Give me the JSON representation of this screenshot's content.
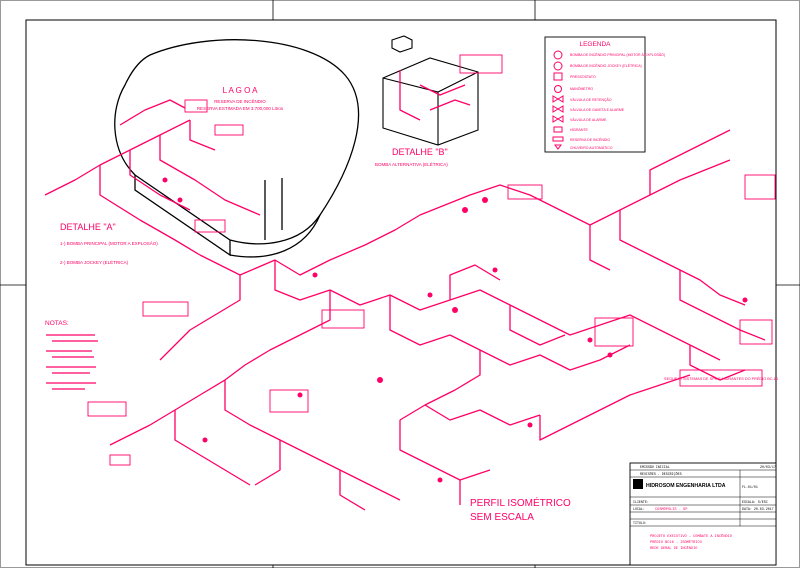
{
  "colors": {
    "pipe": "#ff0066",
    "ink": "#000000",
    "paper": "#ffffff",
    "label_box": "#ff0066"
  },
  "lake": {
    "title": "L A G O A",
    "line1": "RESERVA DE INCÊNDIO",
    "line2": "RESERVA ESTIMADA EM 3.700,000 Litros"
  },
  "detail_a": {
    "title": "DETALHE \"A\"",
    "item1": "1-) BOMBA PRINCIPAL (MOTOR A EXPLOSÃO)",
    "item2": "2-) BOMBA JOCKEY (ELÉTRICA)"
  },
  "detail_b": {
    "title": "DETALHE \"B\"",
    "subtitle": "BOMBA ALTERNATIVA (ELÉTRICA)"
  },
  "notes": {
    "title": "NOTAS:"
  },
  "legend": {
    "title": "LEGENDA",
    "items": [
      {
        "icon": "pump-motor-icon",
        "label": "BOMBA DE INCÊNDIO PRINCIPAL (MOTOR À EXPLOSÃO)"
      },
      {
        "icon": "pump-jockey-icon",
        "label": "BOMBA DE INCÊNDIO JOCKEY (ELÉTRICA)"
      },
      {
        "icon": "pressure-switch-icon",
        "label": "PRESSOSTATO"
      },
      {
        "icon": "gauge-icon",
        "label": "MANÔMETRO"
      },
      {
        "icon": "retention-valve-icon",
        "label": "VÁLVULA DE RETENÇÃO"
      },
      {
        "icon": "gate-valve-icon",
        "label": "VÁLVULA DE GAVETA E ALARME"
      },
      {
        "icon": "alarm-valve-icon",
        "label": "VÁLVULA DE ALARME"
      },
      {
        "icon": "hydrant-icon",
        "label": "HIDRANTE"
      },
      {
        "icon": "reservoir-icon",
        "label": "RESERVA DE INCÊNDIO"
      },
      {
        "icon": "sprinkler-icon",
        "label": "CHUVEIRO AUTOMÁTICO"
      }
    ]
  },
  "plan_title": {
    "line1": "PERFIL ISOMÉTRICO",
    "line2": "SEM ESCALA"
  },
  "continue_note": "SEGUE P/ SISTEMAS DE SPK E HIDRANTES DO PRÉDIO BC-16",
  "title_block": {
    "rev_header": "REVISÕES - DESCRIÇÕES",
    "rev_row": "EMISSÃO INICIAL",
    "rev_date": "20/03/17",
    "company": "HIDROSOM ENGENHARIA LTDA",
    "client_label": "CLIENTE:",
    "local_label": "LOCAL:",
    "local_value": "COSMÓPOLIS - SP",
    "scale": "ESCALA: S/ESC",
    "date": "DATA: 20.03.2017",
    "title_label": "TÍTULO:",
    "title_line1": "PROJETO EXECUTIVO - COMBATE A INCÊNDIO",
    "title_line2": "PRÉDIO BC16 - ISOMÉTRICO",
    "title_line3": "REDE GERAL DE INCÊNDIO",
    "drawing_no": "FL-01/01"
  }
}
